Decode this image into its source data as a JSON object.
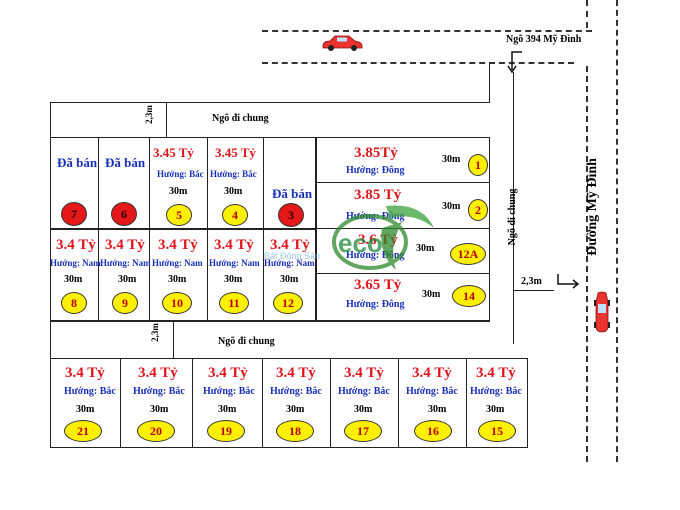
{
  "labels": {
    "top_road": "Ngõ 394 Mỹ Đình",
    "main_road": "Đường Mỹ Đình",
    "common_alley_top": "Ngõ đi chung",
    "common_alley_bottom": "Ngõ đi chung",
    "common_alley_right": "Ngõ đi chung",
    "width_top": "2,3m",
    "width_right": "2,3m",
    "width_bottom": "2,3m",
    "watermark": "Bất Động Sản"
  },
  "lots": {
    "l1": {
      "price": "3.85Tỷ",
      "dir": "Hướng: Đông",
      "area": "30m",
      "num": "1"
    },
    "l2": {
      "price": "3.85 Tỷ",
      "dir": "Hướng: Đông",
      "area": "30m",
      "num": "2"
    },
    "l12a": {
      "price": "3.6 Tỷ",
      "dir": "Hướng: Đông",
      "area": "30m",
      "num": "12A"
    },
    "l14": {
      "price": "3.65 Tỷ",
      "dir": "Hướng: Đông",
      "area": "30m",
      "num": "14"
    },
    "l3": {
      "sold": "Đã bán",
      "num": "3"
    },
    "l4": {
      "price": "3.45 Tỷ",
      "dir": "Hướng: Bắc",
      "area": "30m",
      "num": "4"
    },
    "l5": {
      "price": "3.45 Tỷ",
      "dir": "Hướng: Bắc",
      "area": "30m",
      "num": "5"
    },
    "l6": {
      "sold": "Đã bán",
      "num": "6"
    },
    "l7": {
      "sold": "Đã bán",
      "num": "7"
    },
    "l8": {
      "price": "3.4 Tỷ",
      "dir": "Hướng: Nam",
      "area": "30m",
      "num": "8"
    },
    "l9": {
      "price": "3.4 Tỷ",
      "dir": "Hướng: Nam",
      "area": "30m",
      "num": "9"
    },
    "l10": {
      "price": "3.4 Tỷ",
      "dir": "Hướng: Nam",
      "area": "30m",
      "num": "10"
    },
    "l11": {
      "price": "3.4 Tỷ",
      "dir": "Hướng: Nam",
      "area": "30m",
      "num": "11"
    },
    "l12": {
      "price": "3.4 Tỷ",
      "dir": "Hướng: Nam",
      "area": "30m",
      "num": "12"
    },
    "l21": {
      "price": "3.4 Tỷ",
      "dir": "Hướng: Bắc",
      "area": "30m",
      "num": "21"
    },
    "l20": {
      "price": "3.4 Tỷ",
      "dir": "Hướng: Bắc",
      "area": "30m",
      "num": "20"
    },
    "l19": {
      "price": "3.4 Tỷ",
      "dir": "Hướng: Bắc",
      "area": "30m",
      "num": "19"
    },
    "l18": {
      "price": "3.4 Tỷ",
      "dir": "Hướng: Bắc",
      "area": "30m",
      "num": "18"
    },
    "l17": {
      "price": "3.4 Tỷ",
      "dir": "Hướng: Bắc",
      "area": "30m",
      "num": "17"
    },
    "l16": {
      "price": "3.4 Tỷ",
      "dir": "Hướng: Bắc",
      "area": "30m",
      "num": "16"
    },
    "l15": {
      "price": "3.4 Tỷ",
      "dir": "Hướng: Bắc",
      "area": "30m",
      "num": "15"
    }
  },
  "colors": {
    "price": "#e0141b",
    "direction": "#1a2fb8",
    "badge_available": "#fff000",
    "badge_sold": "#e41818",
    "car": "#e8332e"
  }
}
